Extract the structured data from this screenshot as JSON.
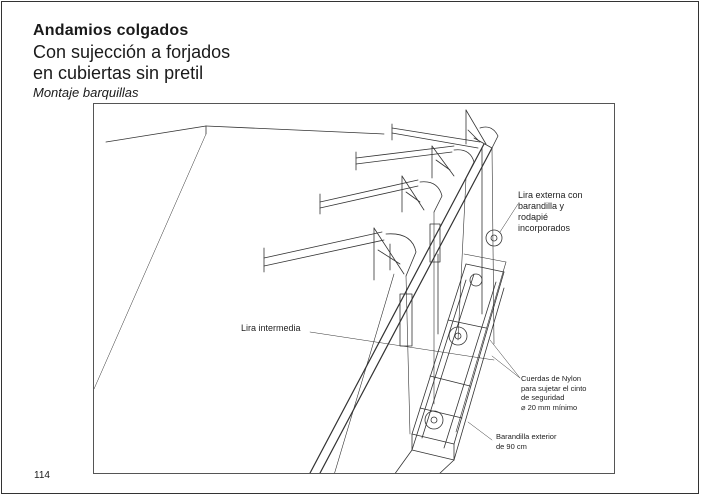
{
  "header": {
    "title": "Andamios colgados",
    "subtitle_line1": "Con sujección a forjados",
    "subtitle_line2": "en cubiertas sin pretil",
    "section": "Montaje barquillas"
  },
  "figure": {
    "labels": {
      "lira_externa": "Lira externa con\nbarandilla y\nrodapié\nincorporados",
      "lira_intermedia": "Lira intermedia",
      "cuerdas": "Cuerdas de Nylon\npara sujetar el cinto\nde seguridad\n⌀ 20 mm mínimo",
      "barandilla": "Barandilla exterior\nde 90 cm"
    }
  },
  "footer": {
    "page_number": "114"
  }
}
